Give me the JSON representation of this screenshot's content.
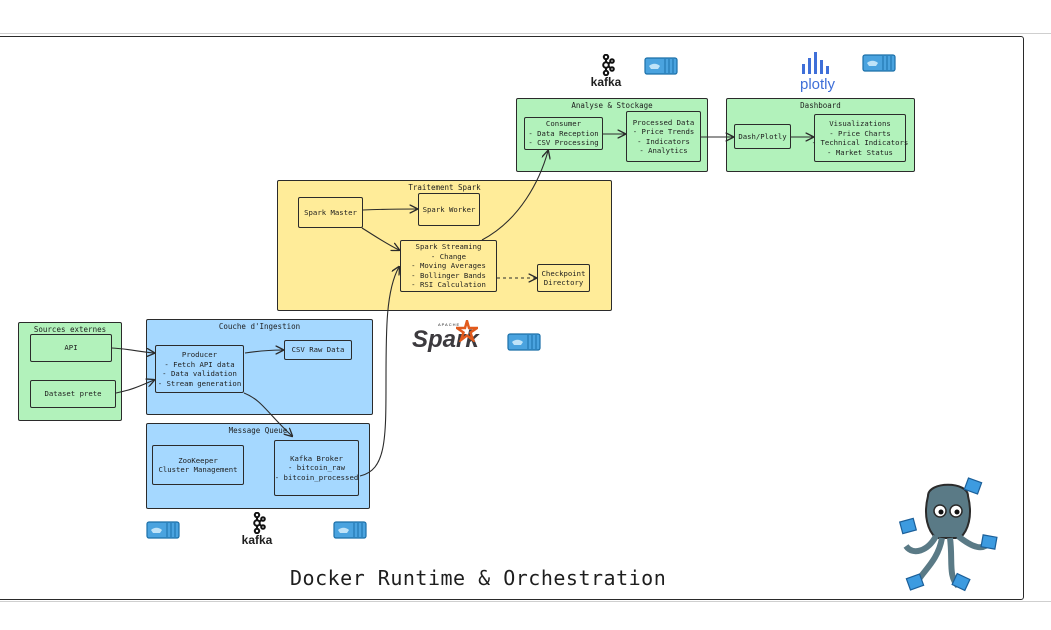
{
  "colors": {
    "green": "#b2f2bb",
    "yellow": "#ffec99",
    "blue": "#a5d8ff",
    "stroke": "#2b2b2b",
    "plotly": "#3f6fd8",
    "spark_orange": "#e25a1c"
  },
  "groups": {
    "sources": {
      "title": "Sources externes"
    },
    "ingestion": {
      "title": "Couche d'Ingestion"
    },
    "queue": {
      "title": "Message Queue"
    },
    "spark": {
      "title": "Traitement Spark"
    },
    "analyse": {
      "title": "Analyse & Stockage"
    },
    "dashboard": {
      "title": "Dashboard"
    }
  },
  "nodes": {
    "api": [
      "API"
    ],
    "dataset": [
      "Dataset prete"
    ],
    "producer": [
      "Producer",
      "- Fetch API data",
      "- Data validation",
      "- Stream generation"
    ],
    "csv_raw": [
      "CSV Raw Data"
    ],
    "zookeeper": [
      "ZooKeeper",
      "Cluster Management"
    ],
    "kafka_broker": [
      "Kafka Broker",
      "- bitcoin_raw",
      "- bitcoin_processed"
    ],
    "spark_master": [
      "Spark Master"
    ],
    "spark_worker": [
      "Spark Worker"
    ],
    "spark_streaming": [
      "Spark Streaming",
      "- Change",
      "- Moving Averages",
      "- Bollinger Bands",
      "- RSI Calculation"
    ],
    "checkpoint": [
      "Checkpoint",
      "Directory"
    ],
    "consumer": [
      "Consumer",
      "- Data Reception",
      "- CSV Processing"
    ],
    "processed": [
      "Processed Data",
      "- Price Trends",
      "- Indicators",
      "- Analytics"
    ],
    "dash_plotly": [
      "Dash/Plotly"
    ],
    "visualizations": [
      "Visualizations",
      "- Price Charts",
      "- Technical Indicators",
      "- Market Status"
    ]
  },
  "logos": {
    "kafka_top": "kafka",
    "kafka_bottom": "kafka",
    "plotly": "plotly",
    "spark_small": "APACHE",
    "spark": "Spark",
    "docker_icon": "docker-whale-icon",
    "compose_icon": "docker-compose-octopus-icon"
  },
  "footer": "Docker Runtime & Orchestration"
}
